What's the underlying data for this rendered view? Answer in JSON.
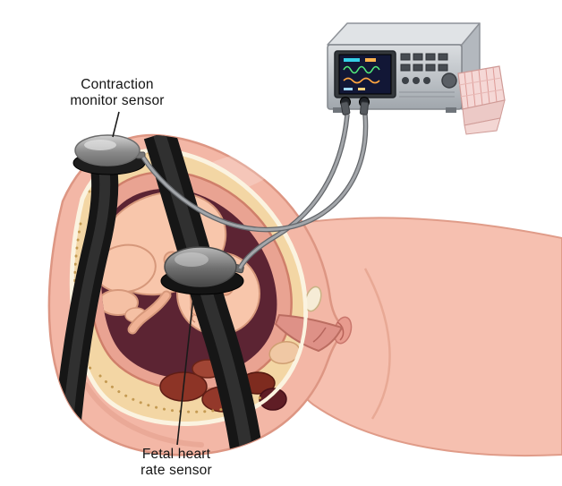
{
  "labels": {
    "contraction": {
      "line1": "Contraction",
      "line2": "monitor sensor"
    },
    "fetal": {
      "line1": "Fetal heart",
      "line2": "rate sensor"
    }
  },
  "colors": {
    "background": "#ffffff",
    "skin": "#f3b7a6",
    "thigh": "#f6c0b0",
    "skin_outline": "#dd9683",
    "fat": "#f3d6a4",
    "cut_edge": "#fbf3e0",
    "uterus_wall": "#e9a392",
    "uterus_interior": "#5c2433",
    "fetus_skin": "#f8c6ab",
    "bowel": "#8d3426",
    "belt": "#161616",
    "cable": "#a3a6aa",
    "monitor_screen": "#121736",
    "trace_cyan": "#35d1e8",
    "trace_green": "#51e87a",
    "trace_orange": "#ffa640",
    "chart_paper": "#f5d8d6",
    "label_text": "#141414"
  }
}
